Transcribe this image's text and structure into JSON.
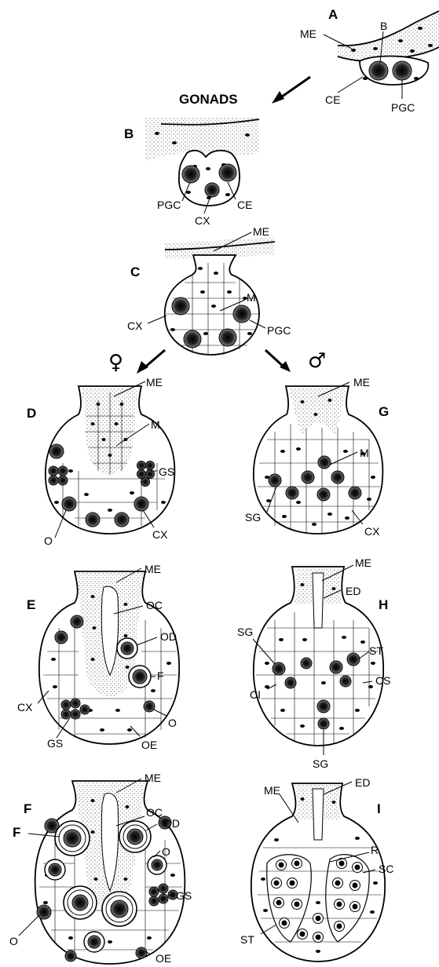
{
  "title": "GONADS",
  "symbols": {
    "female": "♀",
    "male": "♂"
  },
  "panels": {
    "A": {
      "letter": "A",
      "labels": {
        "me": "ME",
        "b": "B",
        "ce": "CE",
        "pgc": "PGC"
      }
    },
    "B": {
      "letter": "B",
      "labels": {
        "pgc": "PGC",
        "cx": "CX",
        "ce": "CE"
      }
    },
    "C": {
      "letter": "C",
      "labels": {
        "me": "ME",
        "m": "M",
        "cx": "CX",
        "pgc": "PGC"
      }
    },
    "D": {
      "letter": "D",
      "labels": {
        "me": "ME",
        "m": "M",
        "gs": "GS",
        "o": "O",
        "cx": "CX"
      }
    },
    "E": {
      "letter": "E",
      "labels": {
        "me": "ME",
        "oc": "OC",
        "od": "OD",
        "f": "F",
        "cx": "CX",
        "o": "O",
        "gs": "GS",
        "oe": "OE"
      }
    },
    "F": {
      "letter": "F",
      "labels": {
        "me": "ME",
        "oc": "OC",
        "od": "OD",
        "f": "F",
        "o": "O",
        "gs": "GS",
        "o2": "O",
        "oe": "OE"
      }
    },
    "G": {
      "letter": "G",
      "labels": {
        "me": "ME",
        "m": "M",
        "sg": "SG",
        "cx": "CX"
      }
    },
    "H": {
      "letter": "H",
      "labels": {
        "me": "ME",
        "ed": "ED",
        "sg": "SG",
        "st": "ST",
        "cs": "CS",
        "ci": "CI",
        "sg2": "SG"
      }
    },
    "I": {
      "letter": "I",
      "labels": {
        "me": "ME",
        "ed": "ED",
        "r": "R",
        "sc": "SC",
        "st": "ST"
      }
    }
  },
  "colors": {
    "ink": "#000000",
    "paper": "#ffffff"
  }
}
